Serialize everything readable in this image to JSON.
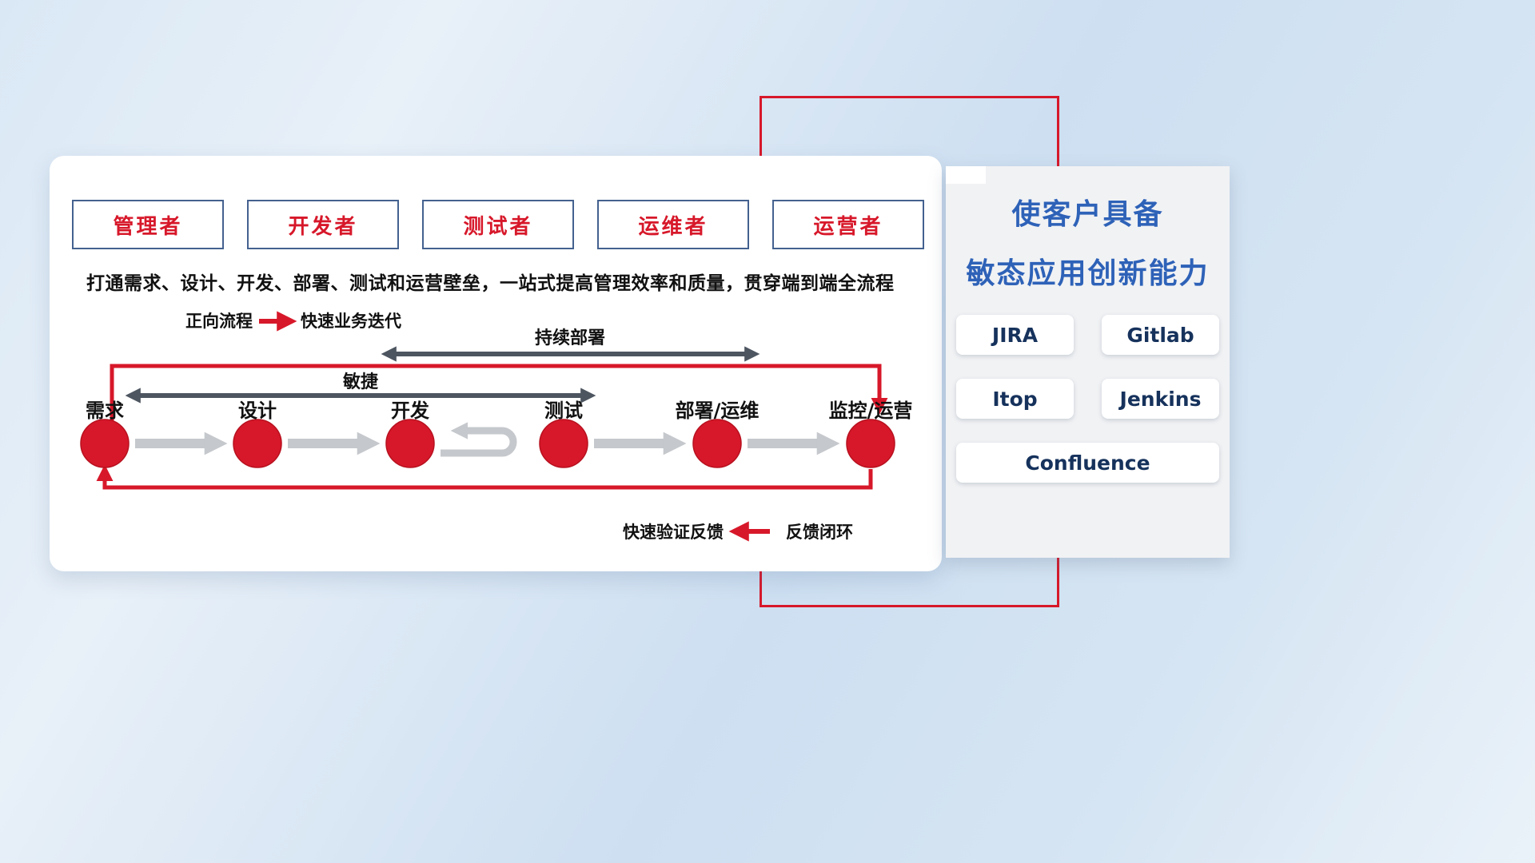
{
  "colors": {
    "red": "#d7182a",
    "blue_title": "#2e62b8",
    "box_border": "#44618f",
    "dark_arrow": "#4d5560",
    "gray_arrow": "#c5c8cc"
  },
  "roles": [
    "管理者",
    "开发者",
    "测试者",
    "运维者",
    "运营者"
  ],
  "subtitle": "打通需求、设计、开发、部署、测试和运营壁垒，一站式提高管理效率和质量，贯穿端到端全流程",
  "forward_legend": {
    "label": "正向流程",
    "desc": "快速业务迭代"
  },
  "feedback_legend": {
    "desc": "快速验证反馈",
    "label": "反馈闭环"
  },
  "span_arrows": {
    "agile": "敏捷",
    "continuous_deployment": "持续部署"
  },
  "stages": [
    "需求",
    "设计",
    "开发",
    "测试",
    "部署/运维",
    "监控/运营"
  ],
  "right_panel": {
    "title_line1": "使客户具备",
    "title_line2": "敏态应用创新能力",
    "tools": [
      "JIRA",
      "Gitlab",
      "Itop",
      "Jenkins",
      "Confluence"
    ]
  }
}
